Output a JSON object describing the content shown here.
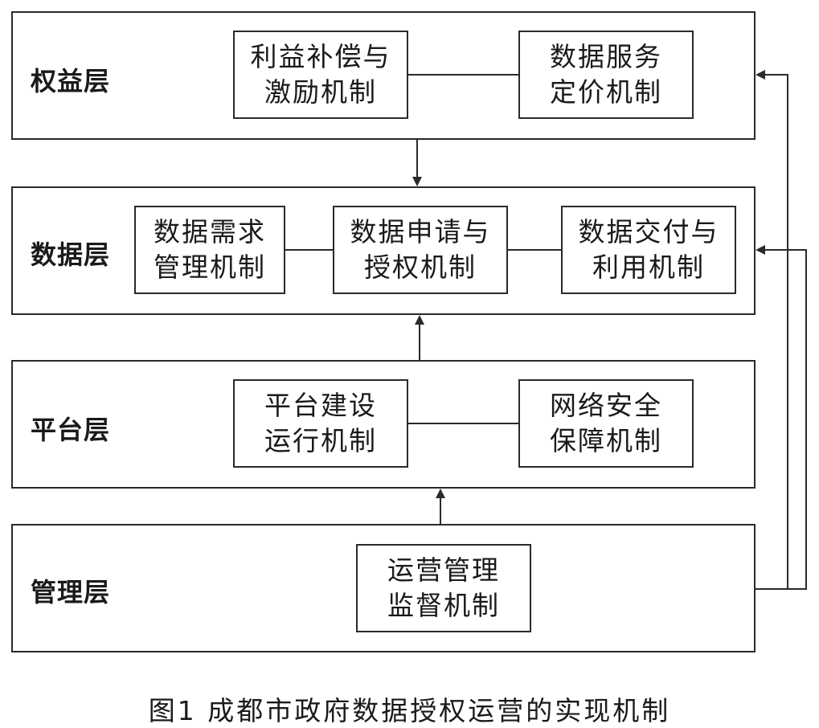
{
  "layers": {
    "rights": {
      "name": "权益层",
      "mechanisms": [
        {
          "line1": "利益补偿与",
          "line2": "激励机制"
        },
        {
          "line1": "数据服务",
          "line2": "定价机制"
        }
      ]
    },
    "data": {
      "name": "数据层",
      "mechanisms": [
        {
          "line1": "数据需求",
          "line2": "管理机制"
        },
        {
          "line1": "数据申请与",
          "line2": "授权机制"
        },
        {
          "line1": "数据交付与",
          "line2": "利用机制"
        }
      ]
    },
    "platform": {
      "name": "平台层",
      "mechanisms": [
        {
          "line1": "平台建设",
          "line2": "运行机制"
        },
        {
          "line1": "网络安全",
          "line2": "保障机制"
        }
      ]
    },
    "management": {
      "name": "管理层",
      "mechanisms": [
        {
          "line1": "运营管理",
          "line2": "监督机制"
        }
      ]
    }
  },
  "caption": "图1    成都市政府数据授权运营的实现机制",
  "colors": {
    "stroke": "#2a2a2a",
    "text": "#1a1a1a",
    "background": "#ffffff"
  }
}
